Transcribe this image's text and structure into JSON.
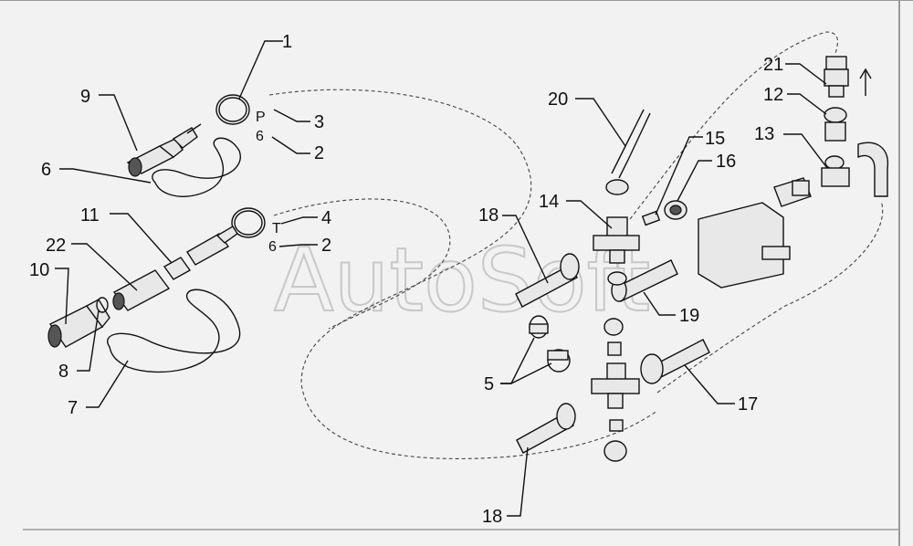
{
  "watermark": "AutoSoft",
  "callouts": {
    "c1": "1",
    "c2a": "2",
    "c2b": "2",
    "c3": "3",
    "c4": "4",
    "c5": "5",
    "c6": "6",
    "c7": "7",
    "c8": "8",
    "c9": "9",
    "c10": "10",
    "c11": "11",
    "c12": "12",
    "c13": "13",
    "c14": "14",
    "c15": "15",
    "c16": "16",
    "c17": "17",
    "c18a": "18",
    "c18b": "18",
    "c19": "19",
    "c20": "20",
    "c21": "21",
    "c22": "22"
  },
  "tags": {
    "p_tag": "P",
    "t_tag": "T",
    "six_a": "6",
    "six_b": "6"
  },
  "colors": {
    "line": "#111111",
    "background": "#f2f2f2",
    "watermark": "#c8c8c8"
  }
}
